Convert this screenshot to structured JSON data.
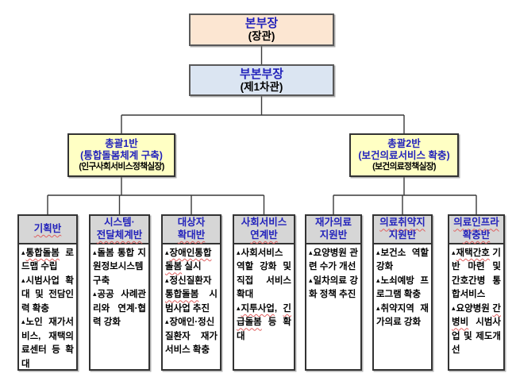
{
  "org_chart": {
    "bullet_glyph": "▴",
    "colors": {
      "root_fill": "#fce6d2",
      "deputy_fill": "#dbe5f2",
      "group_fill": "#ffffc4",
      "team_header_fill": "#d6d6d6",
      "title_blue": "#2222bb",
      "line_color": "#3a3a3a"
    },
    "root": {
      "title": "본부장",
      "subtitle": "(장관)"
    },
    "deputy": {
      "title": "부본부장",
      "subtitle": "(제1차관)"
    },
    "groups": [
      {
        "lines": [
          "총괄1반",
          "(통합돌봄체계 구축)",
          "(인구사회서비스정책실장)"
        ]
      },
      {
        "lines": [
          "총괄2반",
          "(보건의료서비스 확충)",
          "(보건의료정책실장)"
        ]
      }
    ],
    "teams": [
      {
        "parent": 0,
        "title_lines": [
          {
            "text": "기획반",
            "wavy": true
          }
        ],
        "bullets": [
          [
            {
              "text": "통합돌봄",
              "wavy": true
            },
            {
              "text": " 로드맵 수립"
            }
          ],
          [
            {
              "text": "시범사업 확대 및 전담인력 확충"
            }
          ],
          [
            {
              "text": "노인 재가서비스, 재택의료센터 등 확대"
            }
          ]
        ]
      },
      {
        "parent": 0,
        "title_lines": [
          {
            "text": "시스템·"
          },
          {
            "text": "전달체계반",
            "wavy": true
          }
        ],
        "bullets": [
          [
            {
              "text": "돌봄 통합 지원정보시스템 구축"
            }
          ],
          [
            {
              "text": "공공 사례관리와 연계·협력 강화"
            }
          ]
        ]
      },
      {
        "parent": 0,
        "title_lines": [
          {
            "text": "대상자"
          },
          {
            "text": "확대반",
            "wavy": true
          }
        ],
        "bullets": [
          [
            {
              "text": "장애인통합돌봄",
              "wavy": true
            },
            {
              "text": " 실시"
            }
          ],
          [
            {
              "text": "정신질환자 "
            },
            {
              "text": "통합돌봄",
              "wavy": true
            },
            {
              "text": " 시범사업 추진"
            }
          ],
          [
            {
              "text": "장애인·정신질환자 재가서비스 확충"
            }
          ]
        ]
      },
      {
        "parent": 0,
        "title_lines": [
          {
            "text": "사회서비스"
          },
          {
            "text": "연계반",
            "wavy": true
          }
        ],
        "bullets": [
          [
            {
              "text": "사회서비스 역할 강화 및 직접 서비스 확대"
            }
          ],
          [
            {
              "text": "지투사업",
              "wavy": true
            },
            {
              "text": ", "
            },
            {
              "text": "긴급돌봄",
              "wavy": true
            },
            {
              "text": " 등 확대"
            }
          ]
        ]
      },
      {
        "parent": 1,
        "title_lines": [
          {
            "text": "재가의료"
          },
          {
            "text": "지원반"
          }
        ],
        "bullets": [
          [
            {
              "text": "요양병원 관련 수가 개선"
            }
          ],
          [
            {
              "text": "일차의료 강화 정책 추진"
            }
          ]
        ]
      },
      {
        "parent": 1,
        "title_lines": [
          {
            "text": "의료취약지",
            "wavy": true
          },
          {
            "text": "지원반"
          }
        ],
        "bullets": [
          [
            {
              "text": "보건소 역할 강화"
            }
          ],
          [
            {
              "text": "노쇠예방 프로그램 확충"
            }
          ],
          [
            {
              "text": "취약지역 재가의료 강화"
            }
          ]
        ]
      },
      {
        "parent": 1,
        "title_lines": [
          {
            "text": "의료인프라",
            "wavy": true
          },
          {
            "text": "확충반",
            "wavy": true
          }
        ],
        "bullets": [
          [
            {
              "text": "재택간호",
              "wavy": true
            },
            {
              "text": " 기반 마련 및 간호간병 통합서비스"
            }
          ],
          [
            {
              "text": "요양병원 "
            },
            {
              "text": "간병비",
              "wavy": true
            },
            {
              "text": " 시범사업 및 제도개선"
            }
          ]
        ]
      }
    ]
  }
}
